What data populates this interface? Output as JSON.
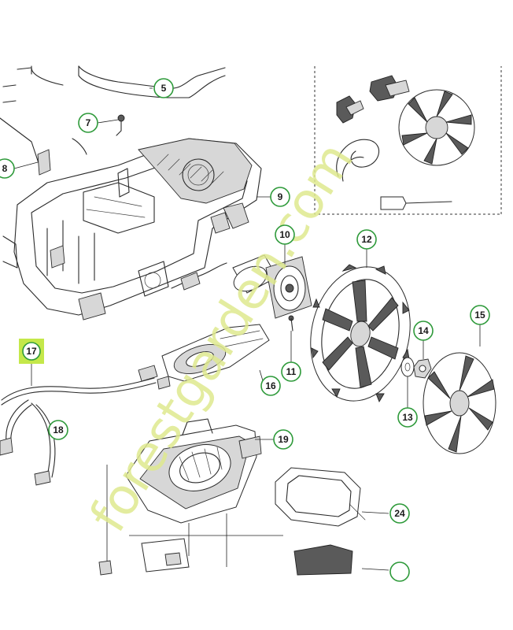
{
  "callouts": [
    {
      "id": "c5",
      "label": "5"
    },
    {
      "id": "c7",
      "label": "7"
    },
    {
      "id": "c8",
      "label": "8"
    },
    {
      "id": "c9",
      "label": "9"
    },
    {
      "id": "c10",
      "label": "10"
    },
    {
      "id": "c11",
      "label": "11"
    },
    {
      "id": "c12",
      "label": "12"
    },
    {
      "id": "c13",
      "label": "13"
    },
    {
      "id": "c14",
      "label": "14"
    },
    {
      "id": "c15",
      "label": "15"
    },
    {
      "id": "c16",
      "label": "16"
    },
    {
      "id": "c17",
      "label": "17"
    },
    {
      "id": "c18",
      "label": "18"
    },
    {
      "id": "c19",
      "label": "19"
    },
    {
      "id": "c24",
      "label": "24"
    }
  ],
  "watermark": {
    "text": "forestgarden.com"
  },
  "colors": {
    "ring": "#2e9a3a",
    "highlight": "#c4e84a",
    "watermark": "#dfe98f",
    "line": "#2a2a2a"
  }
}
